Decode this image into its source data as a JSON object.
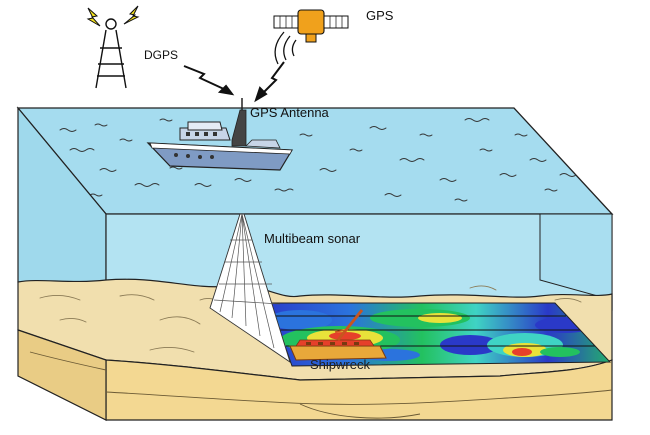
{
  "labels": {
    "gps": "GPS",
    "dgps": "DGPS",
    "gps_antenna": "GPS Antenna",
    "multibeam_sonar": "Multibeam sonar",
    "shipwreck": "Shipwreck"
  },
  "colors": {
    "water_surface": "#a5dcef",
    "water_column": "#b3e3f2",
    "water_front": "#9ad6ea",
    "sand": "#f1dfae",
    "sand_dark": "#e2c98a",
    "ship_hull": "#7f9bc4",
    "satellite_body": "#f0a11c",
    "lightning": "#f5e21c",
    "sonar_beam": "#ffffff",
    "bathymetry_deep": "#2a39c8",
    "bathymetry_mid": "#23c15f",
    "bathymetry_shallow": "#e8e23a",
    "bathymetry_peak": "#e6402a"
  },
  "icons": {
    "tower": "radio-tower-icon",
    "satellite": "gps-satellite-icon",
    "ship": "survey-ship-icon",
    "signal": "lightning-signal-icon"
  }
}
